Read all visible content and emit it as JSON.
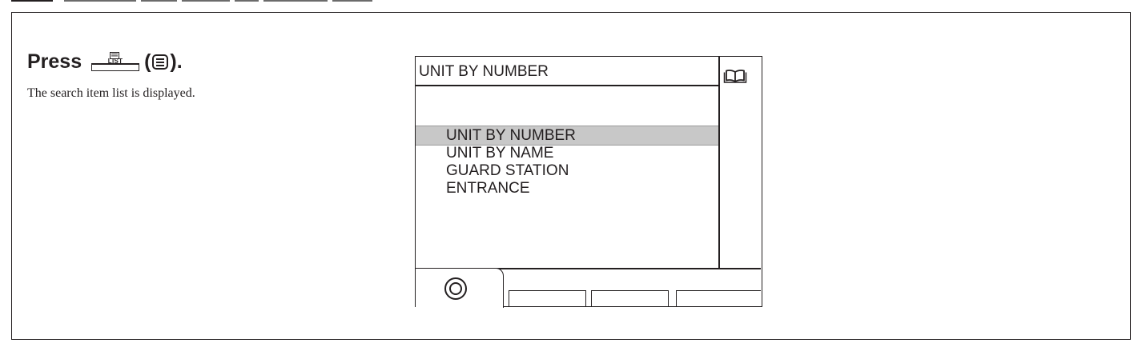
{
  "instruction": {
    "heading_prefix": "Press",
    "key_label": "LIST",
    "paren_open": "(",
    "paren_close": ").",
    "description": "The search item list is displayed."
  },
  "screen": {
    "title": "UNIT BY NUMBER",
    "selected_index": 0,
    "items": [
      "UNIT BY NUMBER",
      "UNIT BY NAME",
      "GUARD STATION",
      "ENTRANCE"
    ],
    "side_icon": "book-icon",
    "tab_icon": "double-circle-icon"
  },
  "colors": {
    "text": "#231f20",
    "highlight": "#c8c8c8"
  }
}
